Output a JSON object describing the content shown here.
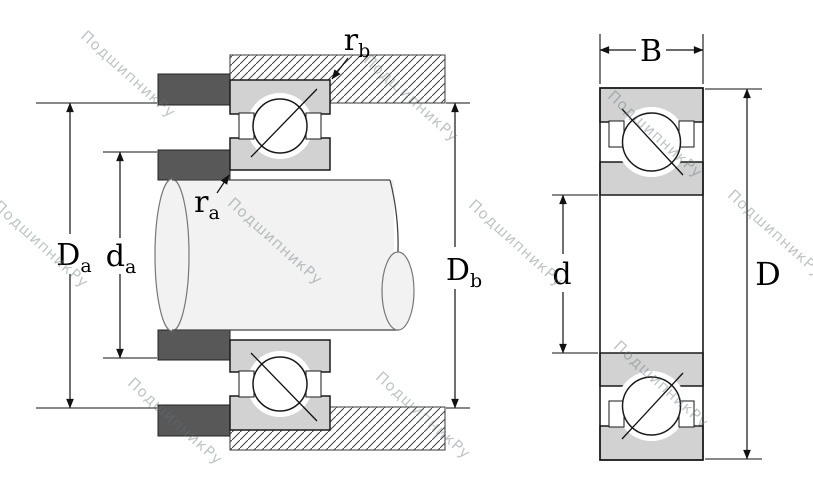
{
  "watermark": {
    "text": "ПодшипникРу"
  },
  "colors": {
    "line": "#1a1a1a",
    "ring_fill": "#d2d2d2",
    "block_fill": "#585858",
    "shaft_fill": "#f2f2f2",
    "hatch_line": "#3a3a3a",
    "watermark": "rgba(100,114,120,0.42)"
  },
  "dimensions": {
    "Da": {
      "main": "D",
      "sub": "a"
    },
    "da": {
      "main": "d",
      "sub": "a"
    },
    "Db": {
      "main": "D",
      "sub": "b"
    },
    "ra": {
      "main": "r",
      "sub": "a"
    },
    "rb": {
      "main": "r",
      "sub": "b"
    },
    "B": {
      "main": "B"
    },
    "d": {
      "main": "d"
    },
    "D": {
      "main": "D"
    }
  }
}
